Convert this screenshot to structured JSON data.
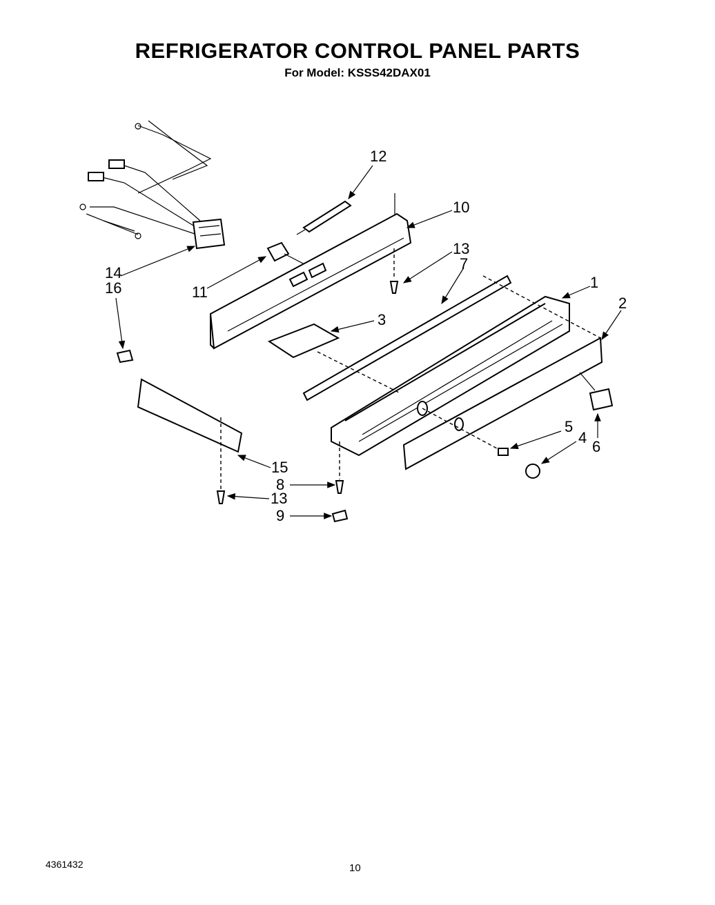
{
  "title": "REFRIGERATOR CONTROL PANEL PARTS",
  "subtitle": "For Model: KSSS42DAX01",
  "footer": {
    "doc_number": "4361432",
    "page_number": "10"
  },
  "callouts": [
    {
      "id": "1",
      "label": "1"
    },
    {
      "id": "2",
      "label": "2"
    },
    {
      "id": "3",
      "label": "3"
    },
    {
      "id": "4",
      "label": "4"
    },
    {
      "id": "5",
      "label": "5"
    },
    {
      "id": "6",
      "label": "6"
    },
    {
      "id": "7",
      "label": "7"
    },
    {
      "id": "8",
      "label": "8"
    },
    {
      "id": "9",
      "label": "9"
    },
    {
      "id": "10",
      "label": "10"
    },
    {
      "id": "11",
      "label": "11"
    },
    {
      "id": "12",
      "label": "12"
    },
    {
      "id": "13a",
      "label": "13"
    },
    {
      "id": "13b",
      "label": "13"
    },
    {
      "id": "14",
      "label": "14"
    },
    {
      "id": "15",
      "label": "15"
    },
    {
      "id": "16",
      "label": "16"
    }
  ]
}
